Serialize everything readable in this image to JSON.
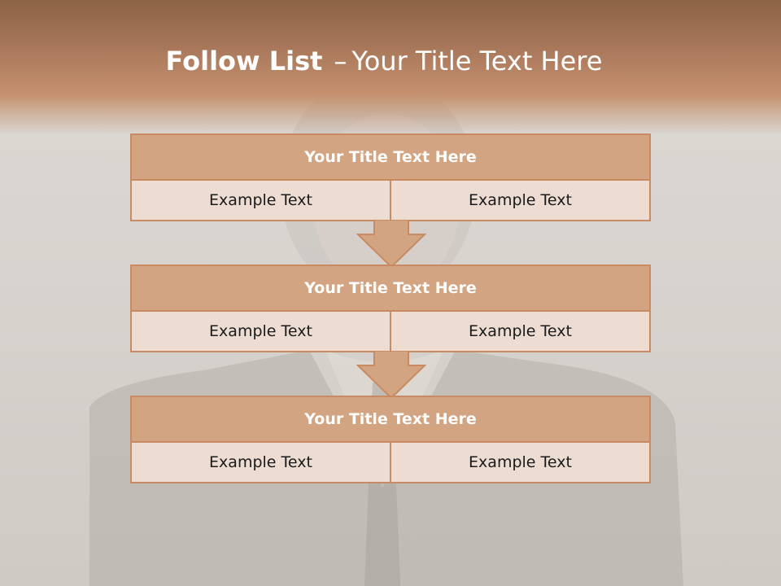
{
  "slide": {
    "title_bold": "Follow List",
    "title_sep": "–",
    "title_rest": "Your Title Text Here"
  },
  "steps": [
    {
      "title": "Your Title Text Here",
      "left": "Example Text",
      "right": "Example Text"
    },
    {
      "title": "Your Title Text Here",
      "left": "Example Text",
      "right": "Example Text"
    },
    {
      "title": "Your Title Text Here",
      "left": "Example Text",
      "right": "Example Text"
    }
  ],
  "colors": {
    "accent": "#c88a63",
    "header_fill": "#d2a481",
    "row_fill": "#ecdcd2",
    "title_band": "#a8775a"
  }
}
